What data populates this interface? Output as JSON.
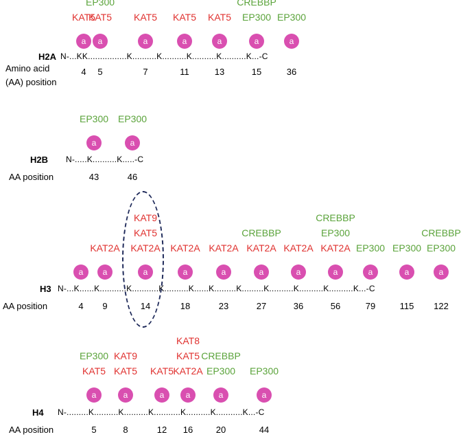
{
  "colors": {
    "red": "#e0312f",
    "green": "#5aa33a",
    "mark": "#d94fb0",
    "ellipse": "#1f2a5a"
  },
  "mark_label": "a",
  "panels": [
    {
      "id": "h2a",
      "name": "H2A",
      "sequence": "N-...KK................K..........K..........K..........K..........K...-C",
      "position_label_lines": [
        "Amino acid",
        "(AA) position"
      ],
      "sites": [
        {
          "pos": "4",
          "enzymes": [
            {
              "n": "KAT5",
              "c": "red"
            }
          ]
        },
        {
          "pos": "5",
          "enzymes": [
            {
              "n": "EP300",
              "c": "green"
            },
            {
              "n": "KAT5",
              "c": "red"
            }
          ]
        },
        {
          "pos": "7",
          "enzymes": [
            {
              "n": "KAT5",
              "c": "red"
            }
          ]
        },
        {
          "pos": "11",
          "enzymes": [
            {
              "n": "KAT5",
              "c": "red"
            }
          ]
        },
        {
          "pos": "13",
          "enzymes": [
            {
              "n": "KAT5",
              "c": "red"
            }
          ]
        },
        {
          "pos": "15",
          "enzymes": [
            {
              "n": "CREBBP",
              "c": "green"
            },
            {
              "n": "EP300",
              "c": "green"
            }
          ]
        },
        {
          "pos": "36",
          "enzymes": [
            {
              "n": "EP300",
              "c": "green"
            }
          ]
        }
      ]
    },
    {
      "id": "h2b",
      "name": "H2B",
      "sequence": "N-.....K..........K.....-C",
      "position_label_lines": [
        "AA position"
      ],
      "sites": [
        {
          "pos": "43",
          "enzymes": [
            {
              "n": "EP300",
              "c": "green"
            }
          ]
        },
        {
          "pos": "46",
          "enzymes": [
            {
              "n": "EP300",
              "c": "green"
            }
          ]
        }
      ]
    },
    {
      "id": "h3",
      "name": "H3",
      "sequence": "N-...K......K...........K...........K..........K......K.........K.........K..........K..........K..........K...-C",
      "position_label_lines": [
        "AA position"
      ],
      "sites": [
        {
          "pos": "4",
          "enzymes": []
        },
        {
          "pos": "9",
          "enzymes": [
            {
              "n": "KAT2A",
              "c": "red"
            }
          ]
        },
        {
          "pos": "14",
          "enzymes": [
            {
              "n": "KAT9",
              "c": "red"
            },
            {
              "n": "KAT5",
              "c": "red"
            },
            {
              "n": "KAT2A",
              "c": "red"
            }
          ]
        },
        {
          "pos": "18",
          "enzymes": [
            {
              "n": "KAT2A",
              "c": "red"
            }
          ]
        },
        {
          "pos": "23",
          "enzymes": [
            {
              "n": "KAT2A",
              "c": "red"
            }
          ]
        },
        {
          "pos": "27",
          "enzymes": [
            {
              "n": "CREBBP",
              "c": "green"
            },
            {
              "n": "KAT2A",
              "c": "red"
            }
          ]
        },
        {
          "pos": "36",
          "enzymes": [
            {
              "n": "KAT2A",
              "c": "red"
            }
          ]
        },
        {
          "pos": "56",
          "enzymes": [
            {
              "n": "CREBBP",
              "c": "green"
            },
            {
              "n": "EP300",
              "c": "green"
            },
            {
              "n": "KAT2A",
              "c": "red"
            }
          ]
        },
        {
          "pos": "79",
          "enzymes": [
            {
              "n": "EP300",
              "c": "green"
            }
          ]
        },
        {
          "pos": "115",
          "enzymes": [
            {
              "n": "EP300",
              "c": "green"
            }
          ]
        },
        {
          "pos": "122",
          "enzymes": [
            {
              "n": "CREBBP",
              "c": "green"
            },
            {
              "n": "EP300",
              "c": "green"
            }
          ]
        }
      ]
    },
    {
      "id": "h4",
      "name": "H4",
      "sequence": "N-.........K..........K..........K...........K..........K...........K...-C",
      "position_label_lines": [
        "AA position"
      ],
      "sites": [
        {
          "pos": "5",
          "enzymes": [
            {
              "n": "EP300",
              "c": "green"
            },
            {
              "n": "KAT5",
              "c": "red"
            }
          ]
        },
        {
          "pos": "8",
          "enzymes": [
            {
              "n": "KAT9",
              "c": "red"
            },
            {
              "n": "KAT5",
              "c": "red"
            }
          ]
        },
        {
          "pos": "12",
          "enzymes": [
            {
              "n": "KAT5",
              "c": "red"
            }
          ]
        },
        {
          "pos": "16",
          "enzymes": [
            {
              "n": "KAT8",
              "c": "red"
            },
            {
              "n": "KAT5",
              "c": "red"
            },
            {
              "n": "KAT2A",
              "c": "red"
            }
          ]
        },
        {
          "pos": "20",
          "enzymes": [
            {
              "n": "CREBBP",
              "c": "green"
            },
            {
              "n": "EP300",
              "c": "green"
            }
          ]
        },
        {
          "pos": "44",
          "enzymes": [
            {
              "n": "EP300",
              "c": "green"
            }
          ]
        }
      ]
    }
  ]
}
